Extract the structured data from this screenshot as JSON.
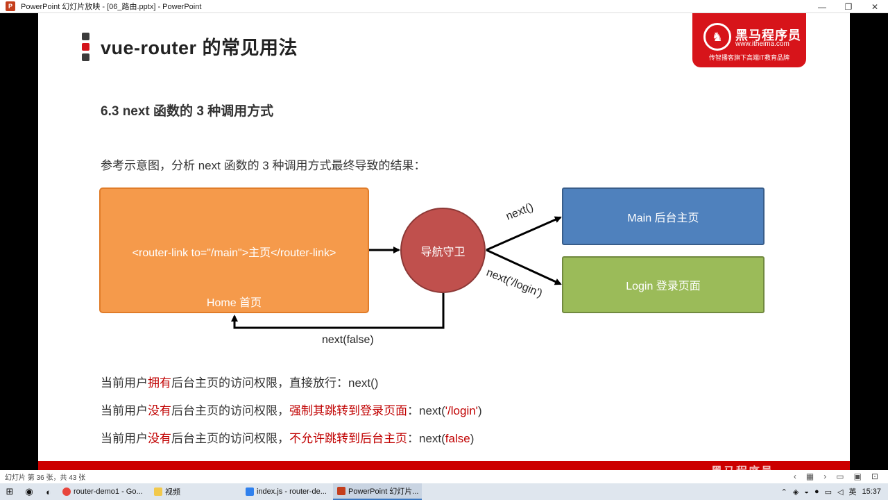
{
  "window": {
    "title": "PowerPoint 幻灯片放映 - [06_路由.pptx] - PowerPoint",
    "app_icon": "P",
    "minimize_glyph": "—",
    "restore_glyph": "❐",
    "close_glyph": "✕"
  },
  "slide": {
    "title": "vue-router 的常见用法",
    "logo": {
      "brand": "黑马程序员",
      "url": "www.itheima.com",
      "slogan": "传智播客旗下高端IT教育品牌"
    },
    "section_title": "6.3 next 函数的 3 种调用方式",
    "intro": "参考示意图，分析 next 函数的 3 种调用方式最终导致的结果：",
    "diagram": {
      "home_link": "<router-link to=\"/main\">主页</router-link>",
      "home_label": "Home 首页",
      "guard": "导航守卫",
      "main_box": "Main 后台主页",
      "login_box": "Login 登录页面",
      "label_next": "next()",
      "label_next_login": "next('/login')",
      "label_next_false": "next(false)"
    },
    "rules": [
      {
        "prefix": "当前用户",
        "highlight": "拥有",
        "middle": "后台主页的访问权限，",
        "action_plain": "直接放行：",
        "action_red": "",
        "colon": "",
        "code_plain": "next()",
        "code_red": "",
        "code_end": ""
      },
      {
        "prefix": "当前用户",
        "highlight": "没有",
        "middle": "后台主页的访问权限，",
        "action_plain": "",
        "action_red": "强制其跳转到登录页面",
        "colon": "：",
        "code_plain": "next(",
        "code_red": "'/login'",
        "code_end": ")"
      },
      {
        "prefix": "当前用户",
        "highlight": "没有",
        "middle": "后台主页的访问权限，",
        "action_plain": "",
        "action_red": "不允许跳转到后台主页",
        "colon": "：",
        "code_plain": "next(",
        "code_red": "false",
        "code_end": ")"
      }
    ],
    "footer_watermark": "黑马程序员"
  },
  "statusbar": {
    "slide_counter": "幻灯片 第 36 张，共 43 张"
  },
  "taskbar": {
    "apps": [
      {
        "label": "router-demo1 - Go...",
        "color": "#e8453c"
      },
      {
        "label": "视频",
        "color": "#f2c94c"
      },
      {
        "label": "index.js - router-de...",
        "color": "#2f80ed"
      },
      {
        "label": "PowerPoint 幻灯片...",
        "color": "#c43e1c"
      }
    ],
    "ime": "英",
    "clock": "15:37"
  }
}
